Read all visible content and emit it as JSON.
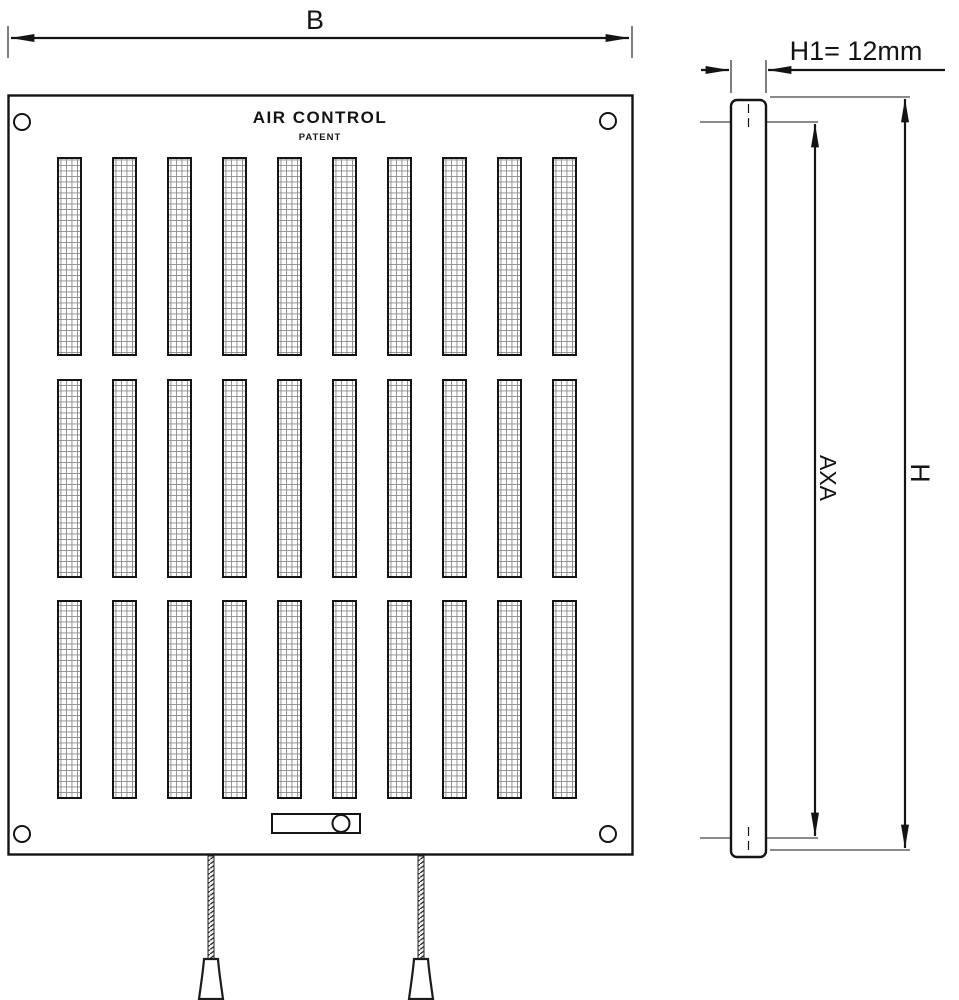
{
  "drawing": {
    "front_view": {
      "brand": "AIR CONTROL",
      "patent": "PATENT"
    },
    "dimensions": {
      "width_label": "B",
      "thickness_label": "H1= 12mm",
      "inner_height_label": "AXA",
      "height_label": "H"
    },
    "grille": {
      "rows": 3,
      "columns": 10
    },
    "colors": {
      "line": "#141414",
      "mesh": "#8a8a8a",
      "background": "#ffffff"
    }
  }
}
